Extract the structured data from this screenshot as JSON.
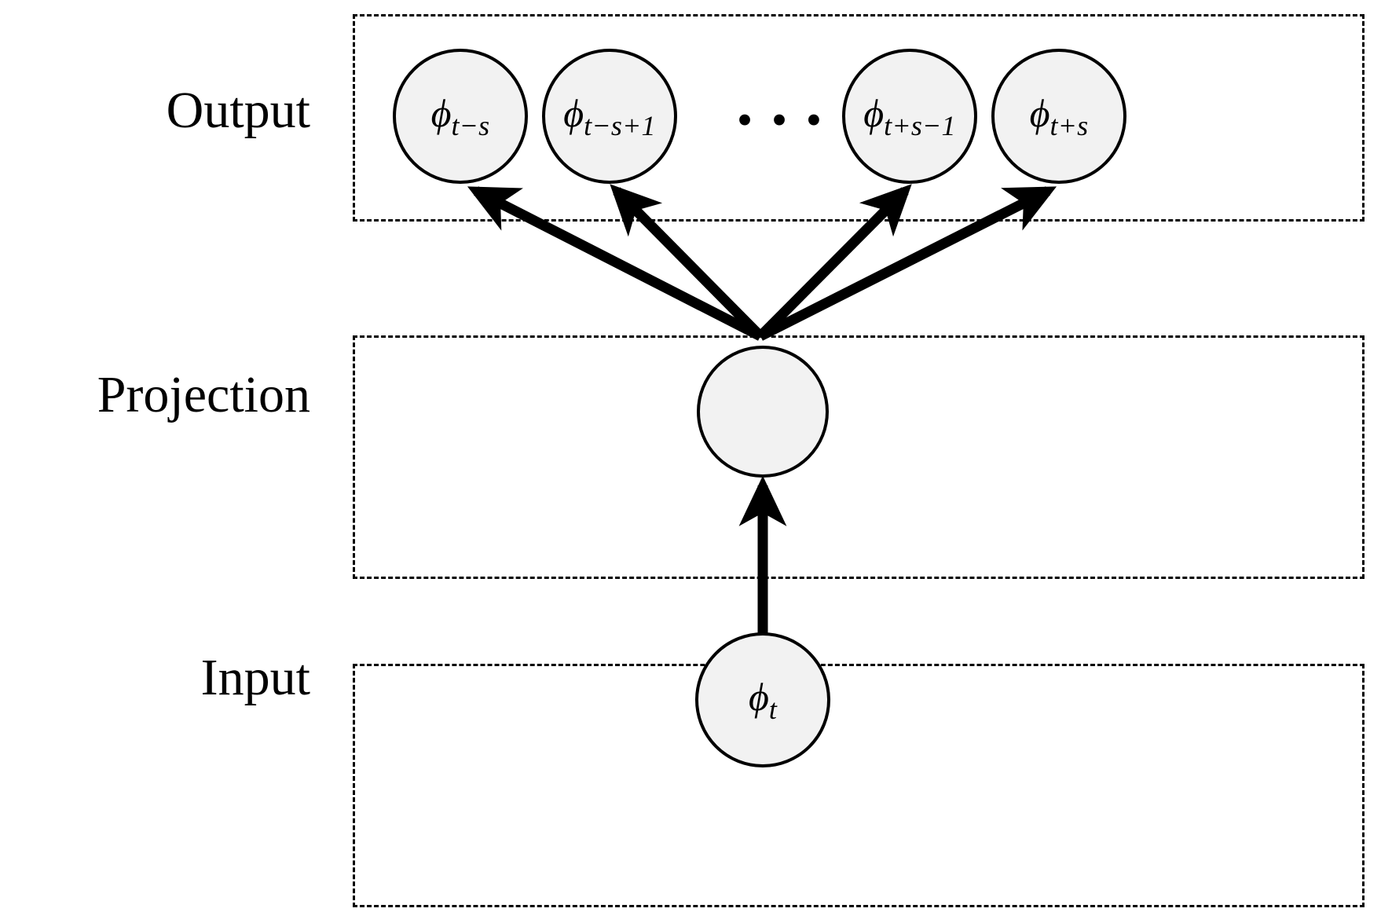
{
  "figure": {
    "type": "neural-network-architecture-diagram",
    "title": "",
    "background_color": "#ffffff",
    "stroke_color": "#000000",
    "node_fill_color": "#f2f2f2",
    "layer_border_style": "dashed"
  },
  "layers": [
    {
      "id": "output",
      "label": "Output",
      "node_count_visible": 4,
      "nodes": [
        {
          "id": "out-0",
          "base": "ϕ",
          "subscript": "t−s"
        },
        {
          "id": "out-1",
          "base": "ϕ",
          "subscript": "t−s+1"
        },
        {
          "id": "out-2",
          "base": "ϕ",
          "subscript": "t+s−1"
        },
        {
          "id": "out-3",
          "base": "ϕ",
          "subscript": "t+s"
        }
      ],
      "ellipsis": "• • •"
    },
    {
      "id": "projection",
      "label": "Projection",
      "node_count_visible": 1,
      "nodes": [
        {
          "id": "proj-0",
          "base": "",
          "subscript": ""
        }
      ],
      "ellipsis": ""
    },
    {
      "id": "input",
      "label": "Input",
      "node_count_visible": 1,
      "nodes": [
        {
          "id": "in-0",
          "base": "ϕ",
          "subscript": "t"
        }
      ],
      "ellipsis": ""
    }
  ],
  "edges": [
    {
      "id": "edge-in-to-proj",
      "from": "in-0",
      "to": "proj-0",
      "direction": "up",
      "style": "solid-bold-arrow"
    },
    {
      "id": "edge-proj-to-out-0",
      "from": "proj-0",
      "to": "out-0",
      "direction": "up-left",
      "style": "solid-bold-arrow"
    },
    {
      "id": "edge-proj-to-out-1",
      "from": "proj-0",
      "to": "out-1",
      "direction": "up-left",
      "style": "solid-bold-arrow"
    },
    {
      "id": "edge-proj-to-out-2",
      "from": "proj-0",
      "to": "out-2",
      "direction": "up-right",
      "style": "solid-bold-arrow"
    },
    {
      "id": "edge-proj-to-out-3",
      "from": "proj-0",
      "to": "out-3",
      "direction": "up-right",
      "style": "solid-bold-arrow"
    }
  ],
  "chart_data": {
    "type": "diagram",
    "title": "",
    "layers": [
      "Output",
      "Projection",
      "Input"
    ],
    "output_node_labels": [
      "ϕt−s",
      "ϕt−s+1",
      "…",
      "ϕt+s−1",
      "ϕt+s"
    ],
    "projection_node_labels": [
      ""
    ],
    "input_node_labels": [
      "ϕt"
    ],
    "edge_count": 5,
    "legend": []
  }
}
